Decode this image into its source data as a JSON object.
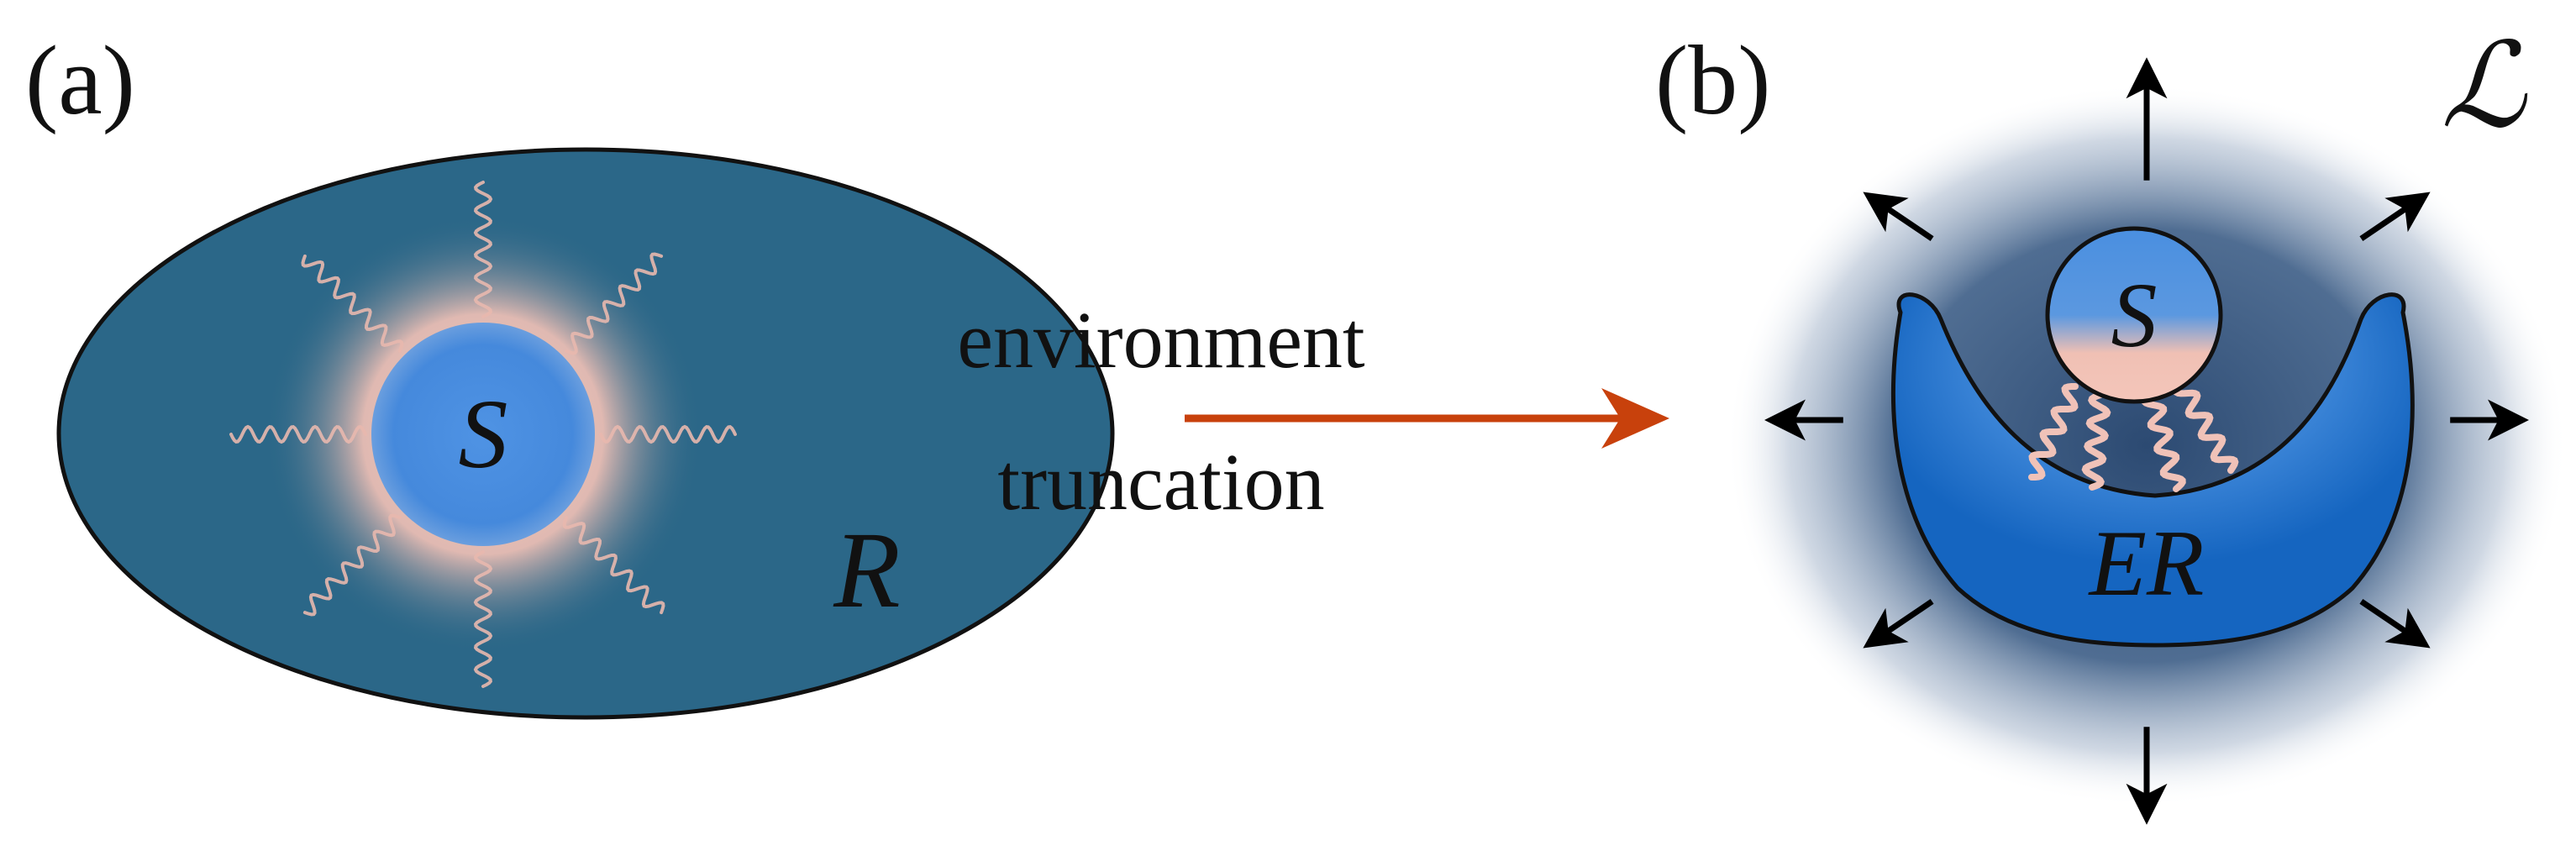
{
  "panel_a": {
    "label": "(a)",
    "system_label": "S",
    "reservoir_label": "R"
  },
  "arrow": {
    "top_text": "environment",
    "bottom_text": "truncation"
  },
  "panel_b": {
    "label": "(b)",
    "system_label": "S",
    "extended_reservoir_label": "ER",
    "lindblad_label": "ℒ"
  },
  "colors": {
    "reservoir": "#2b6788",
    "system_blue": "#4a8fe0",
    "coupling_pink": "#f4c2b6",
    "arrow": "#c8410c",
    "er_blue": "#1565c0"
  }
}
